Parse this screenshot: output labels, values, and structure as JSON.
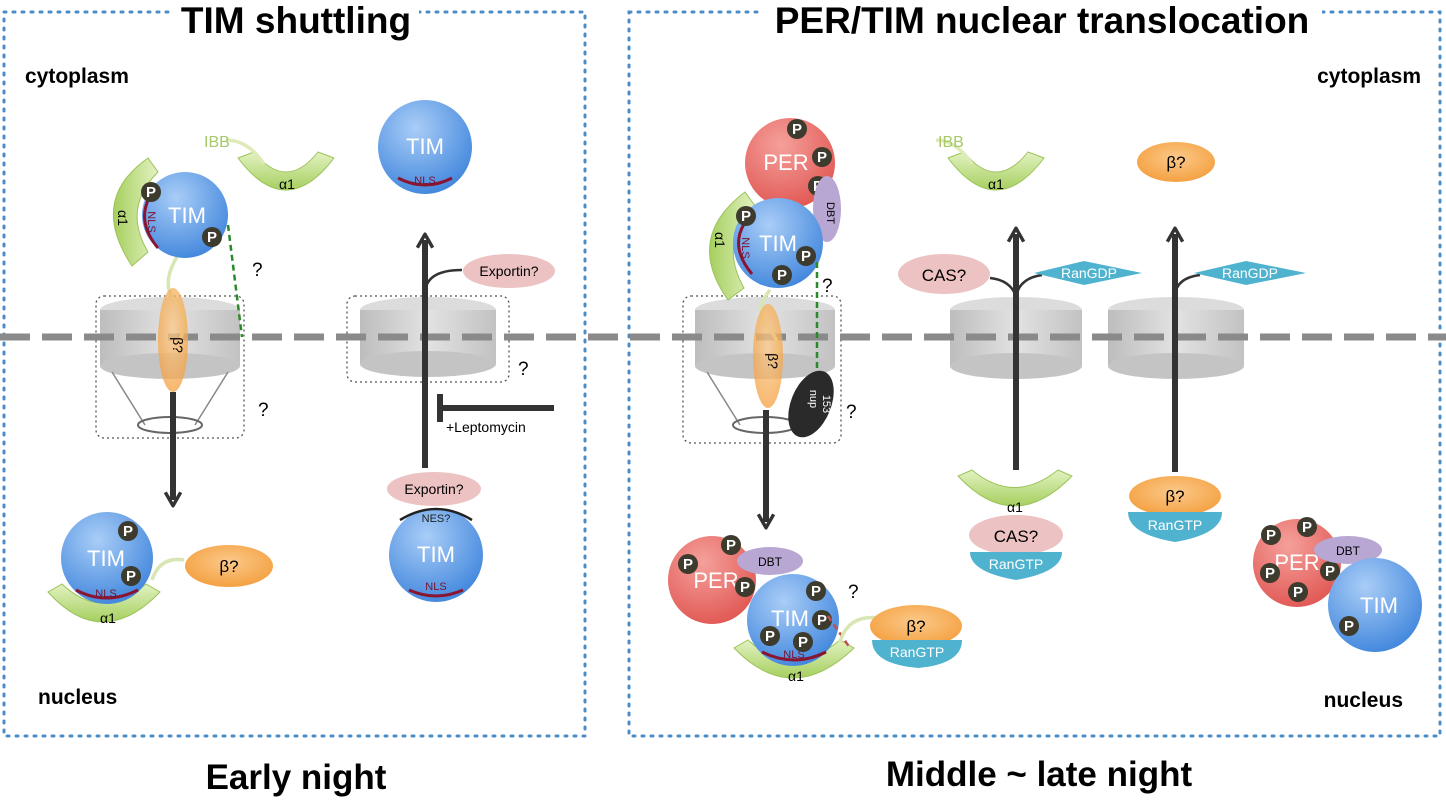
{
  "panels": {
    "left_title": "TIM shuttling",
    "right_title": "PER/TIM nuclear translocation",
    "left_footer": "Early night",
    "right_footer": "Middle ~ late night"
  },
  "regions": {
    "cytoplasm": "cytoplasm",
    "nucleus": "nucleus"
  },
  "proteins": {
    "tim": "TIM",
    "per": "PER",
    "p": "P",
    "nls": "NLS",
    "nes": "NES?",
    "alpha1": "α1",
    "ibb": "IBB",
    "beta": "β?",
    "dbt": "DBT",
    "exportin": "Exportin?",
    "cas": "CAS?",
    "rangtp": "RanGTP",
    "rangdp": "RanGDP",
    "nup_line1": "nup",
    "nup_line2": "153",
    "leptomycin": "+Leptomycin",
    "question": "?"
  },
  "colors": {
    "tim_blue": "#5b9be8",
    "per_red": "#e86a64",
    "alpha_green": "#b8d97a",
    "beta_orange": "#f5a443",
    "dbt_purple": "#b9a7d3",
    "exportin_pink": "#ecc2c2",
    "ran_cyan": "#4fb3cf",
    "pore_gray": "#cfcfcf",
    "membrane_gray": "#8a8a8a",
    "frame_blue": "#4a8cc7",
    "nls_red": "#8a1530"
  }
}
